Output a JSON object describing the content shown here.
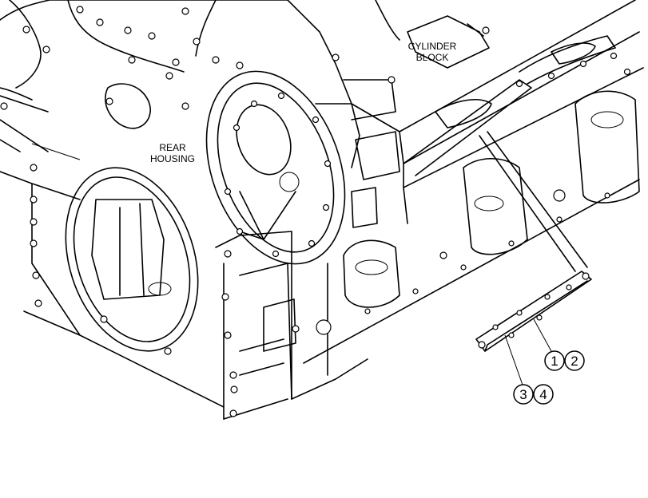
{
  "labels": {
    "cylinder_block_line1": "CYLINDER",
    "cylinder_block_line2": "BLOCK",
    "rear_housing_line1": "REAR",
    "rear_housing_line2": "HOUSING"
  },
  "callouts": [
    "1",
    "2",
    "3",
    "4"
  ]
}
